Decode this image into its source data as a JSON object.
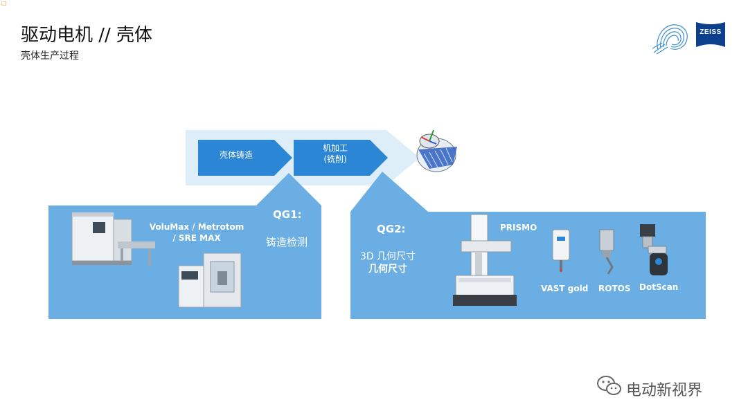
{
  "slide": {
    "title": "驱动电机 // 壳体",
    "subtitle": "壳体生产过程",
    "corner_mark": "□"
  },
  "logos": {
    "zeiss_text": "ZEISS"
  },
  "process": {
    "steps": [
      {
        "line1": "壳体铸造",
        "line2": ""
      },
      {
        "line1": "机加工",
        "line2": "(铣削)"
      }
    ]
  },
  "qg1": {
    "label": "QG1:",
    "description": "铸造检测",
    "machine_label": "VoluMax / Metrotom / SRE MAX"
  },
  "qg2": {
    "label": "QG2:",
    "description_line1": "3D 几何尺寸",
    "description_line2": "几何尺寸",
    "machine_label": "PRISMO",
    "sensors": [
      "VAST gold",
      "ROTOS",
      "DotScan"
    ]
  },
  "watermark": {
    "text": "电动新视界"
  },
  "colors": {
    "panel": "#6aaee3",
    "arrow": "#2b86d5",
    "process_bg": "#ddeef9"
  }
}
